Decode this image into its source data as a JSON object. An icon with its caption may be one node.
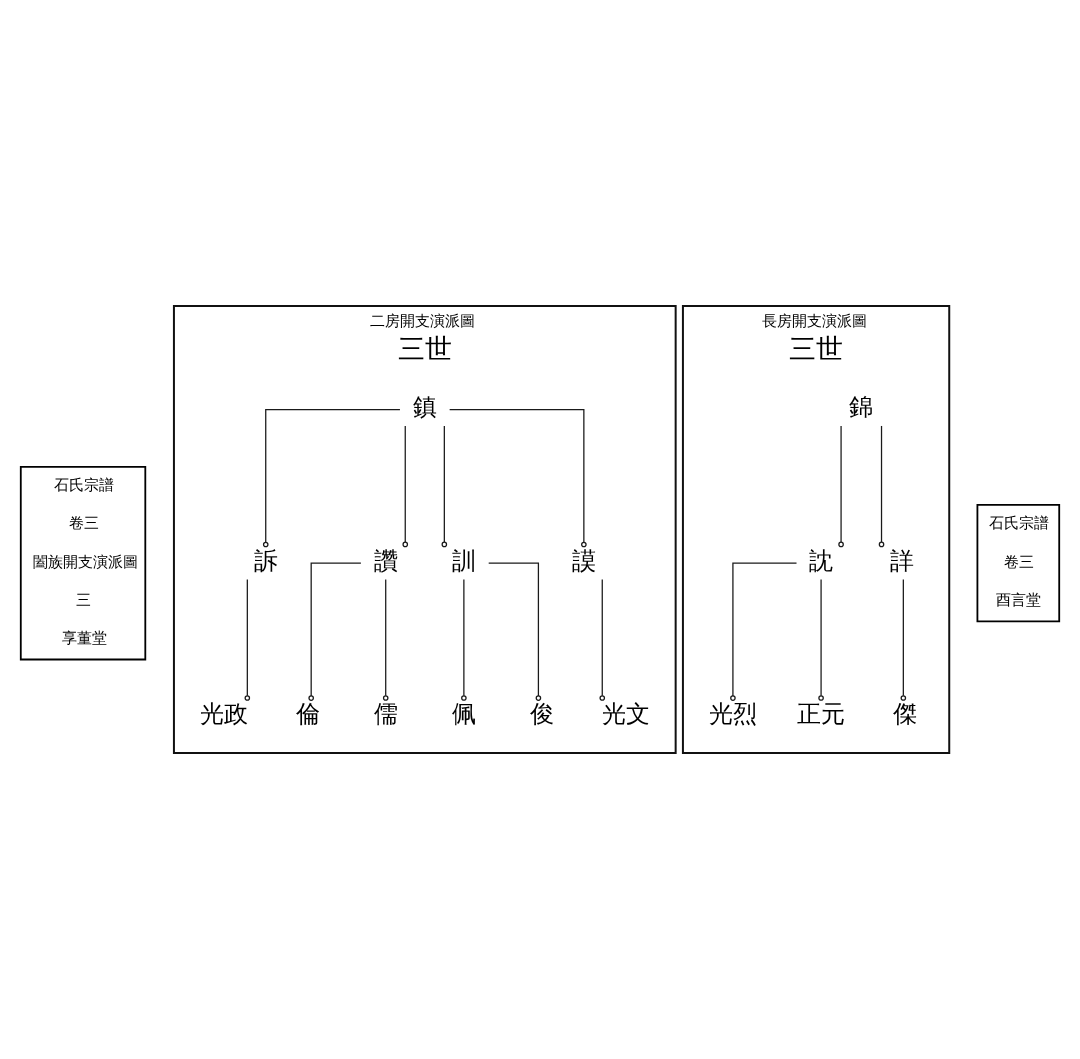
{
  "diagram": {
    "nodes": [
      {
        "text": [
          "長房開支演派圖",
          "三世"
        ]
      },
      {
        "text": [
          "錦"
        ],
        "in": 0
      },
      {
        "text": [
          "詳"
        ],
        "in": 0
      },
      {
        "text": [
          "訦"
        ],
        "in": 0
      },
      {
        "text": [
          "傑"
        ],
        "in": 0
      },
      {
        "text": [
          "正元"
        ],
        "in": 0
      },
      {
        "text": [
          "光烈"
        ],
        "in": 0
      },
      {
        "text": [
          "二房開支演派圖",
          "三世"
        ]
      },
      {
        "text": [
          "鎮"
        ],
        "in": 7
      },
      {
        "text": [
          "謨"
        ],
        "in": 7
      },
      {
        "text": [
          "訓"
        ],
        "in": 7
      },
      {
        "text": [
          "讚"
        ],
        "in": 7
      },
      {
        "text": [
          "訴"
        ],
        "in": 7
      },
      {
        "text": [
          "光文"
        ],
        "in": 7
      },
      {
        "text": [
          "俊"
        ],
        "in": 7
      },
      {
        "text": [
          "佩"
        ],
        "in": 7
      },
      {
        "text": [
          "儒"
        ],
        "in": 7
      },
      {
        "text": [
          "倫"
        ],
        "in": 7
      },
      {
        "text": [
          "光政"
        ],
        "in": 7
      }
    ],
    "edges": [
      {
        "from": 1,
        "to": 2,
        "arrow": "other"
      },
      {
        "from": 1,
        "to": 3,
        "arrow": "other"
      },
      {
        "from": 2,
        "to": 4,
        "arrow": "other"
      },
      {
        "from": 3,
        "to": 5,
        "arrow": "other"
      },
      {
        "from": 3,
        "to": 6,
        "arrow": "other"
      },
      {
        "from": 8,
        "to": 9,
        "arrow": "other"
      },
      {
        "from": 8,
        "to": 10,
        "arrow": "other"
      },
      {
        "from": 8,
        "to": 11,
        "arrow": "other"
      },
      {
        "from": 8,
        "to": 12,
        "arrow": "other"
      },
      {
        "from": 9,
        "to": 13,
        "arrow": "other"
      },
      {
        "from": 10,
        "to": 14,
        "arrow": "other"
      },
      {
        "from": 10,
        "to": 15,
        "arrow": "other"
      },
      {
        "from": 11,
        "to": 16,
        "arrow": "other"
      },
      {
        "from": 11,
        "to": 17,
        "arrow": "other"
      },
      {
        "from": 12,
        "to": 18,
        "arrow": "other"
      }
    ],
    "labels": [
      "石氏宗譜",
      "卷三",
      "酉言堂",
      "石氏宗譜",
      "卷三",
      "闔族開支演派圖",
      "三",
      "享董堂"
    ]
  }
}
